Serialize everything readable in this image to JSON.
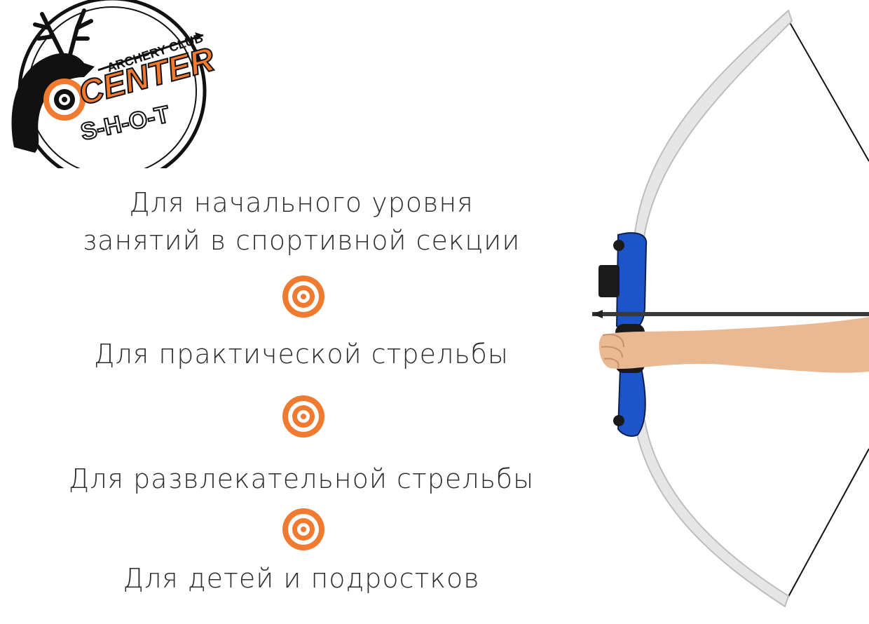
{
  "logo": {
    "club_text": "ARCHERY CLUB",
    "brand_word_1": "CENTER",
    "brand_word_2": "S-H-O-T",
    "accent_color": "#ef7a30",
    "ink_color": "#111111"
  },
  "features": [
    {
      "lines": [
        "Для начального уровня",
        "занятий в спортивной секции"
      ]
    },
    {
      "lines": [
        "Для практической стрельбы"
      ]
    },
    {
      "lines": [
        "Для развлекательной стрельбы"
      ]
    },
    {
      "lines": [
        "Для детей и подростков"
      ]
    }
  ],
  "icons": {
    "target": "target-icon",
    "target_color": "#ef7a30"
  },
  "illustration": {
    "subject": "bow-with-arrow-held-by-arm",
    "riser_color": "#1d55c8",
    "limb_color": "#e6e6e6",
    "skin_color": "#e9b994"
  }
}
